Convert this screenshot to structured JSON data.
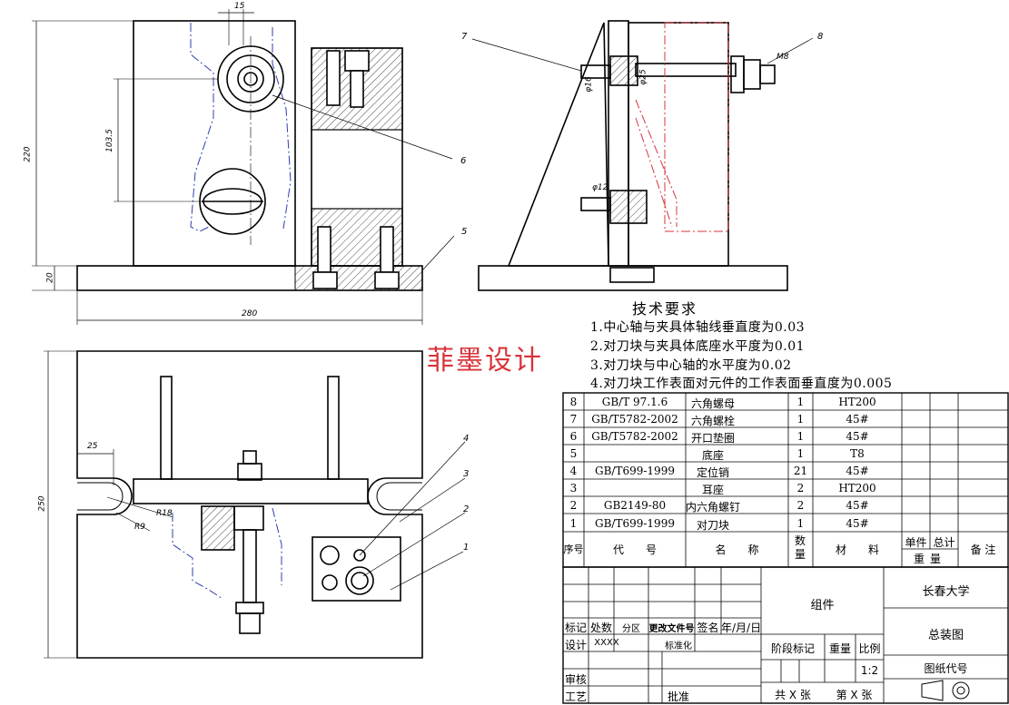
{
  "watermark": "菲墨设计",
  "tech_requirements": {
    "title": "技术要求",
    "items": [
      "1.中心轴与夹具体轴线垂直度为0.03",
      "2.对刀块与夹具体底座水平度为0.01",
      "3.对刀块与中心轴的水平度为0.02",
      "4.对刀块工作表面对元件的工作表面垂直度为0.005"
    ]
  },
  "dimensions": {
    "d15": "15",
    "d220": "220",
    "d103_5": "103.5",
    "d20": "20",
    "d280": "280",
    "d250": "250",
    "d25": "25",
    "r18": "R18",
    "r9": "R9",
    "phi16": "φ16",
    "phi25": "φ25",
    "phi12": "φ12",
    "m8": "M8"
  },
  "balloons": {
    "b1": "1",
    "b2": "2",
    "b3": "3",
    "b4": "4",
    "b5": "5",
    "b6": "6",
    "b7": "7",
    "b8": "8"
  },
  "parts_list": {
    "rows": [
      {
        "no": "8",
        "code": "GB/T 97.1.6",
        "name": "六角螺母",
        "qty": "1",
        "material": "HT200"
      },
      {
        "no": "7",
        "code": "GB/T5782-2002",
        "name": "六角螺栓",
        "qty": "1",
        "material": "45#"
      },
      {
        "no": "6",
        "code": "GB/T5782-2002",
        "name": "开口垫圈",
        "qty": "1",
        "material": "45#"
      },
      {
        "no": "5",
        "code": "",
        "name": "底座",
        "qty": "1",
        "material": "T8"
      },
      {
        "no": "4",
        "code": "GB/T699-1999",
        "name": "定位销",
        "qty": "21",
        "material": "45#"
      },
      {
        "no": "3",
        "code": "",
        "name": "耳座",
        "qty": "2",
        "material": "HT200"
      },
      {
        "no": "2",
        "code": "GB2149-80",
        "name": "内六角螺钉",
        "qty": "2",
        "material": "45#"
      },
      {
        "no": "1",
        "code": "GB/T699-1999",
        "name": "对刀块",
        "qty": "1",
        "material": "45#"
      }
    ],
    "header": {
      "no": "序号",
      "code": "代　　号",
      "name": "名　　称",
      "qty": "数量",
      "material": "材　　料",
      "unit_weight": "单件",
      "total_weight": "总计",
      "weight": "重量",
      "remarks": "备 注"
    }
  },
  "title_block": {
    "mark": "标记",
    "count": "处数",
    "zone": "分区",
    "change_doc": "更改文件号",
    "signature": "签名",
    "date": "年/月/日",
    "design": "设计",
    "designer": "XXXX",
    "standardize": "标准化",
    "review": "审核",
    "process": "工艺",
    "approve": "批准",
    "group": "组件",
    "stage_mark": "阶段标记",
    "weight": "重量",
    "scale": "比例",
    "scale_value": "1:2",
    "sheets_total": "共 X 张",
    "sheet_no": "第 X 张",
    "company": "长春大学",
    "drawing_name": "总装图",
    "drawing_code": "图纸代号"
  }
}
